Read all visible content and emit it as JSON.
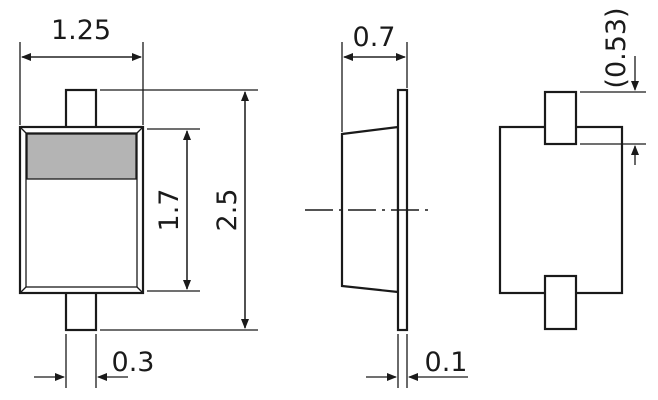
{
  "dimensions": {
    "body_width": "1.25",
    "terminal_width": "0.3",
    "cathode_length": "1.7",
    "total_length": "2.5",
    "side_thickness": "0.7",
    "lead_thickness": "0.1",
    "lead_height": "(0.53)"
  },
  "colors": {
    "line": "#1a1a1a",
    "background": "#ffffff",
    "cathode_band": "#b4b4b4"
  }
}
